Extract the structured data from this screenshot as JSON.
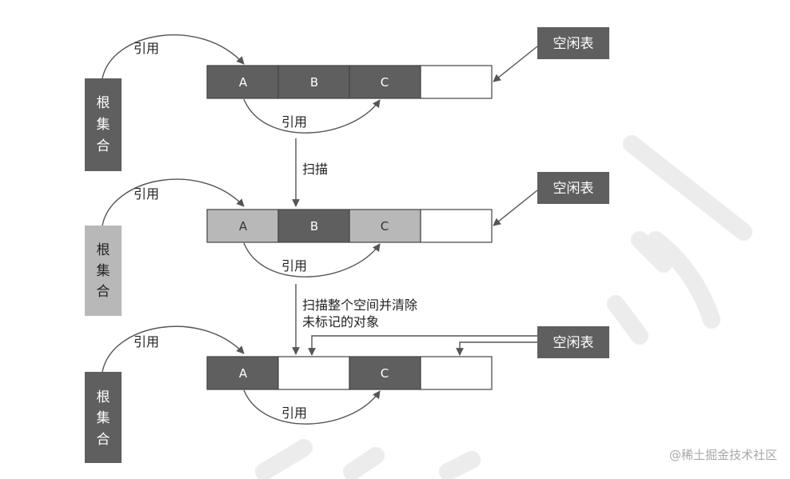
{
  "colors": {
    "dark": "#5f5f5f",
    "light": "#b8b8b8",
    "empty": "#ffffff",
    "border": "#444444",
    "line": "#555555",
    "cell_text": "#ffffff",
    "cell_text_light": "#333333",
    "watermark": "#ebebeb"
  },
  "stage1": {
    "root_label": [
      "根",
      "集",
      "合"
    ],
    "root_color": "dark",
    "ref_top": "引用",
    "ref_bottom": "引用",
    "free_list": "空闲表",
    "cells": [
      {
        "label": "A",
        "fill": "dark"
      },
      {
        "label": "B",
        "fill": "dark"
      },
      {
        "label": "C",
        "fill": "dark"
      },
      {
        "label": "",
        "fill": "empty"
      }
    ]
  },
  "step1": {
    "label": "扫描"
  },
  "stage2": {
    "root_label": [
      "根",
      "集",
      "合"
    ],
    "root_color": "light",
    "ref_top": "引用",
    "ref_bottom": "引用",
    "free_list": "空闲表",
    "cells": [
      {
        "label": "A",
        "fill": "light"
      },
      {
        "label": "B",
        "fill": "dark"
      },
      {
        "label": "C",
        "fill": "light"
      },
      {
        "label": "",
        "fill": "empty"
      }
    ]
  },
  "step2": {
    "lines": [
      "扫描整个空间并清除",
      "未标记的对象"
    ]
  },
  "stage3": {
    "root_label": [
      "根",
      "集",
      "合"
    ],
    "root_color": "dark",
    "ref_top": "引用",
    "ref_bottom": "引用",
    "free_list": "空闲表",
    "cells": [
      {
        "label": "A",
        "fill": "dark"
      },
      {
        "label": "",
        "fill": "empty"
      },
      {
        "label": "C",
        "fill": "dark"
      },
      {
        "label": "",
        "fill": "empty"
      }
    ]
  },
  "watermark": {
    "text": "@稀土掘金技术社区"
  }
}
